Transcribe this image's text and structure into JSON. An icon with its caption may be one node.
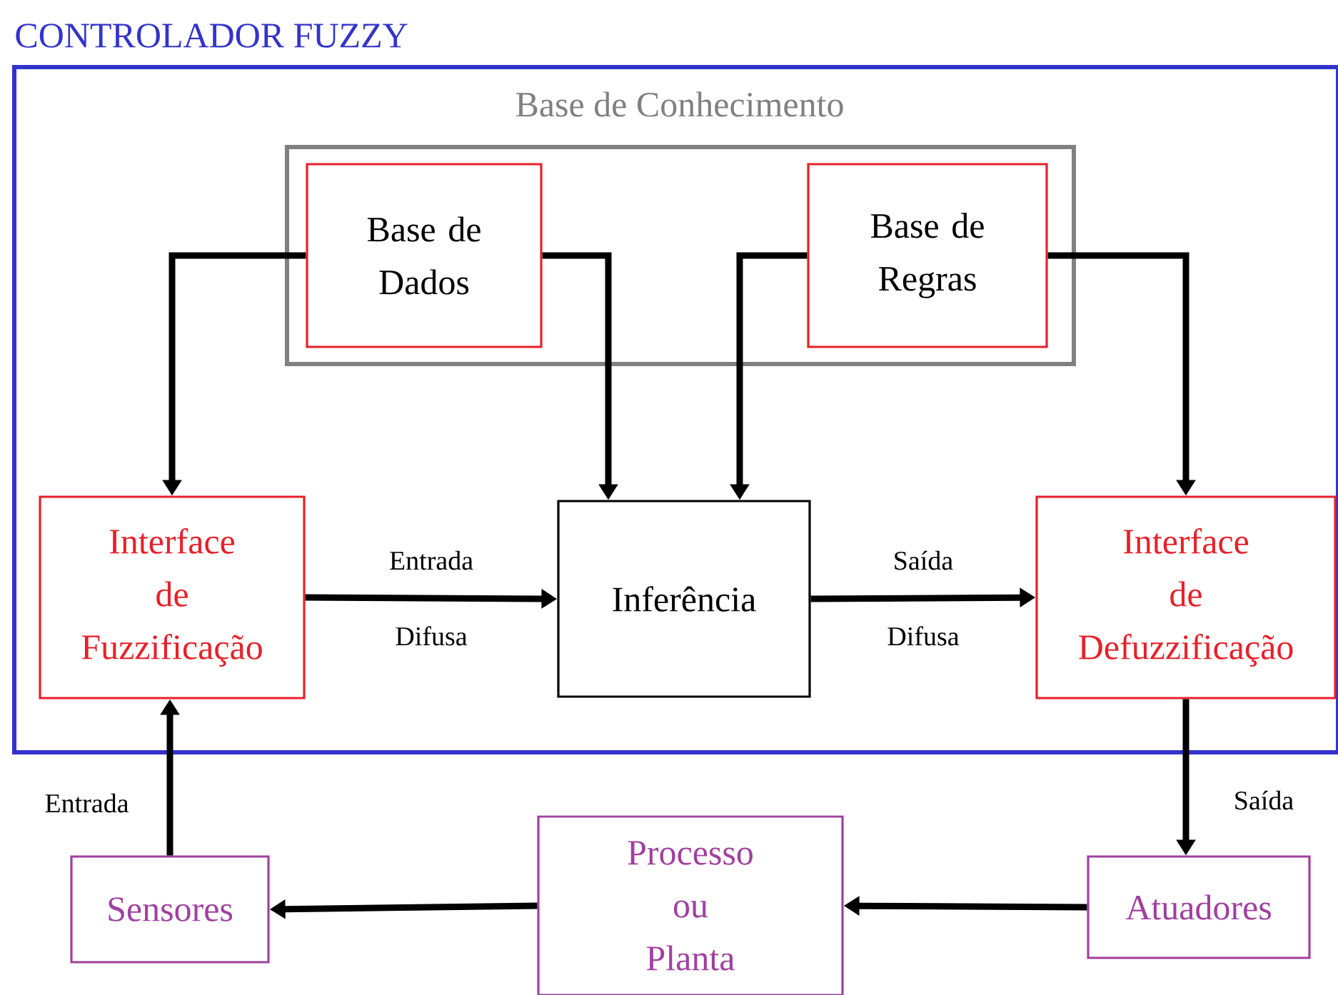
{
  "diagram": {
    "nodes": [
      {
        "text": [
          "CONTROLADOR FUZZY"
        ]
      },
      {
        "text": [
          "Base de Conhecimento"
        ],
        "in": 0
      },
      {
        "text": [
          "Base de Dados"
        ],
        "in": 1
      },
      {
        "text": [
          "Base de Regras"
        ],
        "in": 1
      },
      {
        "text": [
          "Interface de Fuzzificação"
        ],
        "in": 0
      },
      {
        "text": [
          "Inferência"
        ],
        "in": 0
      },
      {
        "text": [
          "Interface de Defuzzificação"
        ],
        "in": 0
      },
      {
        "text": [
          "Sensores"
        ]
      },
      {
        "text": [
          "Processo ou Planta"
        ]
      },
      {
        "text": [
          "Atuadores"
        ]
      }
    ],
    "edges": [
      {
        "from": 2,
        "to": 4,
        "arrow": "to"
      },
      {
        "from": 2,
        "to": 5,
        "arrow": "to"
      },
      {
        "from": 3,
        "to": 5,
        "arrow": "to"
      },
      {
        "from": 3,
        "to": 6,
        "arrow": "to"
      },
      {
        "from": 4,
        "to": 5,
        "arrow": "to",
        "label": "Entrada Difusa"
      },
      {
        "from": 5,
        "to": 6,
        "arrow": "to",
        "label": "Saída Difusa"
      },
      {
        "from": 6,
        "to": 9,
        "arrow": "to",
        "label": "Saída"
      },
      {
        "from": 9,
        "to": 8,
        "arrow": "to"
      },
      {
        "from": 8,
        "to": 7,
        "arrow": "to"
      },
      {
        "from": 7,
        "to": 4,
        "arrow": "to",
        "label": "Entrada"
      }
    ]
  }
}
